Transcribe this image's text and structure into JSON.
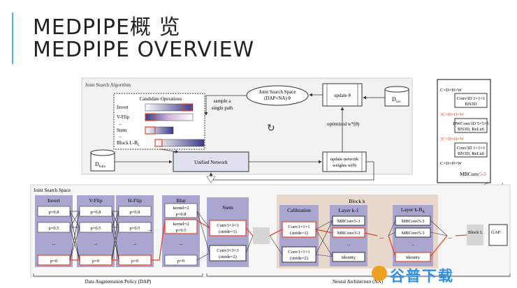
{
  "slide": {
    "title_line1": "MEDPIPE概 览",
    "title_line2": "MEDPIPE OVERVIEW"
  },
  "top_figure": {
    "heading": "Joint Search Algorithm",
    "candidate_title": "Candidate Operations",
    "ops": [
      "Invert",
      "V-Flip",
      "...",
      "Stem",
      "...",
      "Block L-B"
    ],
    "ops_last_sub": "L",
    "sample_label_1": "sample a",
    "sample_label_2": "single path",
    "jss_line1": "Joint Search Space",
    "jss_line2": "(DAP+NA) θ",
    "update_theta": "update θ",
    "dval_main": "D",
    "dval_sub": "val",
    "optimized": "optimized w*(θ)",
    "dtrain_main": "D",
    "dtrain_sub": "train",
    "unified": "Unified Network",
    "update_net_1": "update network",
    "update_net_2": "weights w(θ)"
  },
  "mbconv": {
    "r1": "C×D×H×W",
    "conv_a1": "Conv3D 1×1×1",
    "conv_a2": "BN3D",
    "r2": "3C×D×H×W",
    "dw1": "DWConv3D 5×5×5",
    "dw2": "BN3D, ReLu6",
    "r3": "3C×D×H×W",
    "conv_b1": "Conv3D 1×1×1",
    "conv_b2": "BN3D, ReLu6",
    "r4": "C×D×H×W",
    "caption_main": "MBConv",
    "caption_sub": "5-3"
  },
  "bottom_figure": {
    "heading": "Joint Search Space",
    "invert": {
      "title": "Invert",
      "cells": [
        "p=0.8",
        "p=0.5",
        "...",
        "p=0"
      ]
    },
    "vflip": {
      "title": "V-Flip",
      "cells": [
        "p=0.8",
        "p=0.5",
        "...",
        "p=0"
      ]
    },
    "hflip": {
      "title": "H-Flip",
      "cells": [
        "p=0.8",
        "p=0.5",
        "...",
        "p=0"
      ]
    },
    "dots": "...",
    "blur": {
      "title": "Blur",
      "cells": [
        "kernel=2 p=0.8",
        "kernel=2 p=0.5",
        "...",
        "p=0"
      ]
    },
    "stem": {
      "title": "Stem",
      "c1a": "Conv3×3×3",
      "c1b": "(stride=1)",
      "c2a": "Conv3×3×3",
      "c2b": "(stride=2)"
    },
    "blockk": "Block k",
    "calib": {
      "title": "Calibration",
      "c1a": "Conv1×1×1",
      "c1b": "(stride=1)",
      "c2a": "Conv1×1×1",
      "c2b": "(stride=2)"
    },
    "layer_k1": {
      "title": "Layer k-1",
      "cells": [
        "MBConv5-3",
        "MBConv3-3",
        "...",
        "Identity"
      ]
    },
    "layer_kb": {
      "title": "Layer k-B",
      "title_sub": "K",
      "cells": [
        "MBConv5-3",
        "MBConv5-3",
        "...",
        "Identity"
      ]
    },
    "block_l": "Block L",
    "gap": "GAP",
    "dap_label": "Data Augmentation Policy (DAP)",
    "na_label": "Neural Architecture (NA)"
  },
  "colors": {
    "accent": "#4bb8d8",
    "column": "#a9a6cf",
    "block_bg": "#e8d8cc",
    "highlight": "#e0472b",
    "path": "#e0472b"
  },
  "watermark": "谷普下载"
}
